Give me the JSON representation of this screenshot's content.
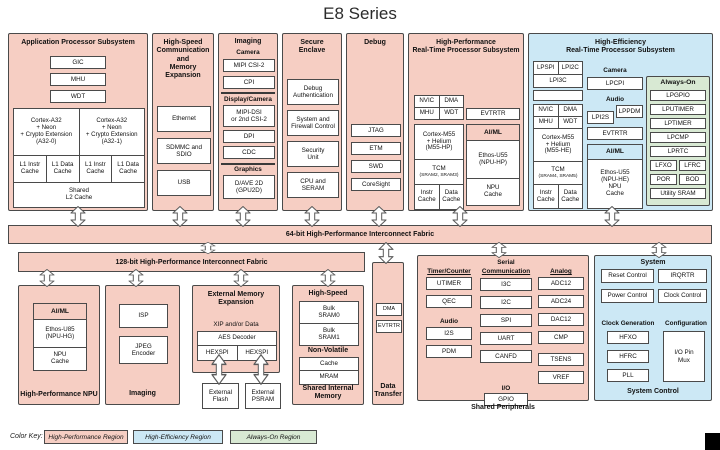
{
  "title": "E8 Series",
  "fabric64": "64-bit High-Performance Interconnect Fabric",
  "fabric128": "128-bit High-Performance Interconnect Fabric",
  "colors": {
    "high_performance": "#f6cec3",
    "high_efficiency": "#cce8f5",
    "always_on": "#d8e9d3",
    "border": "#4a4a4a"
  },
  "app": {
    "title": "Application Processor Subsystem",
    "ctrl": [
      "GIC",
      "MHU",
      "WDT"
    ],
    "core0": "Cortex-A32\n+ Neon\n+ Crypto Extension\n(A32-0)",
    "core1": "Cortex-A32\n+ Neon\n+ Crypto Extension\n(A32-1)",
    "caches": [
      "L1 Instr\nCache",
      "L1 Data\nCache",
      "L1 Instr\nCache",
      "L1 Data\nCache"
    ],
    "l2": "Shared\nL2 Cache"
  },
  "hscomm": {
    "title": "High-Speed\nCommunication and\nMemory Expansion",
    "items": [
      "Ethernet",
      "SDMMC and\nSDIO",
      "USB"
    ]
  },
  "imaging": {
    "title": "Imaging",
    "camera_label": "Camera",
    "camera": [
      "MIPI CSI-2",
      "CPI"
    ],
    "display_label": "Display/Camera",
    "display0": "MIPI-DSI\nor 2nd CSI-2",
    "display1": "DPI",
    "display2": "CDC",
    "graphics_label": "Graphics",
    "graphics": "D/AVE 2D\n(GPU2D)"
  },
  "secure": {
    "title": "Secure\nEnclave",
    "items": [
      "Debug\nAuthentication",
      "System and\nFirewall Control",
      "Security\nUnit",
      "CPU and\nSERAM"
    ]
  },
  "debug": {
    "title": "Debug",
    "items": [
      "JTAG",
      "ETM",
      "SWD",
      "CoreSight"
    ]
  },
  "hprt": {
    "title": "High-Performance\nReal-Time Processor Subsystem",
    "nvic": "NVIC",
    "dma": "DMA",
    "mhu": "MHU",
    "wdt": "WDT",
    "evtrtr": "EVTRTR",
    "core": "Cortex-M55\n+ Helium\n(M55-HP)",
    "tcm": "TCM",
    "tcm_sub": "(SRAM2, SRAM3)",
    "caches": [
      "Instr\nCache",
      "Data\nCache"
    ],
    "aiml_label": "AI/ML",
    "npu": "Ethos-U55\n(NPU-HP)",
    "npu_cache": "NPU\nCache"
  },
  "hert": {
    "title": "High-Efficiency\nReal-Time Processor Subsystem",
    "lp_row": [
      "LPSPI",
      "LPI2C"
    ],
    "lpi3c": "LPI3C",
    "nvic": "NVIC",
    "dma": "DMA",
    "mhu": "MHU",
    "wdt": "WDT",
    "core": "Cortex-M55\n+ Helium\n(M55-HE)",
    "tcm": "TCM",
    "tcm_sub": "(SRAM4, SRAM5)",
    "caches": [
      "Instr\nCache",
      "Data\nCache"
    ],
    "camera_label": "Camera",
    "lpcpi": "LPCPI",
    "audio_label": "Audio",
    "lpi2s": "LPI2S",
    "lppdm": "LPPDM",
    "evtrtr": "EVTRTR",
    "aiml_label": "AI/ML",
    "npu": "Ethos-U55\n(NPU-HE)\nNPU\nCache",
    "always_on": {
      "title": "Always-On",
      "items": [
        "LPGPIO",
        "LPUTIMER",
        "LPTIMER",
        "LPCMP",
        "LPRTC"
      ],
      "row1": [
        "LFXO",
        "LFRC"
      ],
      "row2": [
        "POR",
        "BOD"
      ],
      "sram": "Utility SRAM"
    }
  },
  "npu_block": {
    "aiml_label": "AI/ML",
    "npu": "Ethos-U85\n(NPU-HG)",
    "npu_cache": "NPU\nCache",
    "label": "High-Performance NPU"
  },
  "imaging_block": {
    "isp": "ISP",
    "jpeg": "JPEG\nEncoder",
    "label": "Imaging"
  },
  "extmem": {
    "title": "External Memory\nExpansion",
    "sub": "XIP and/or Data",
    "aes": "AES Decoder",
    "hexspi": [
      "HEXSPI",
      "HEXSPI"
    ],
    "flash": "External\nFlash",
    "psram": "External\nPSRAM"
  },
  "sharedmem": {
    "hs_label": "High-Speed",
    "hs": [
      "Bulk\nSRAM0",
      "Bulk\nSRAM1"
    ],
    "nv_label": "Non-Volatile",
    "nv": [
      "Cache",
      "MRAM"
    ],
    "label": "Shared Internal\nMemory"
  },
  "datatransfer": {
    "items": [
      "DMA",
      "EVTRTR"
    ],
    "label": "Data\nTransfer"
  },
  "periph": {
    "label": "Shared Peripherals",
    "timer_label": "Timer/Counter",
    "timer": [
      "UTIMER",
      "QEC"
    ],
    "audio_label": "Audio",
    "audio": [
      "I2S",
      "PDM"
    ],
    "serial_label1": "Serial",
    "serial_label2": "Communication",
    "serial": [
      "I3C",
      "I2C",
      "SPI",
      "UART",
      "CANFD"
    ],
    "analog_label": "Analog",
    "analog1": [
      "ADC12",
      "ADC24",
      "DAC12",
      "CMP"
    ],
    "analog2": [
      "TSENS",
      "VREF"
    ],
    "io_label": "I/O",
    "gpio": "GPIO"
  },
  "sysctl": {
    "title": "System",
    "row1": [
      "Reset Control",
      "IRQRTR"
    ],
    "row2": [
      "Power Control",
      "Clock Control"
    ],
    "clk_label": "Clock Generation",
    "clk": [
      "HFXO",
      "HFRC",
      "PLL"
    ],
    "cfg_label": "Configuration",
    "pinmux": "I/O Pin\nMux",
    "label": "System Control"
  },
  "key": {
    "label": "Color Key:",
    "items": [
      "High-Performance Region",
      "High-Efficiency Region",
      "Always-On Region"
    ]
  }
}
